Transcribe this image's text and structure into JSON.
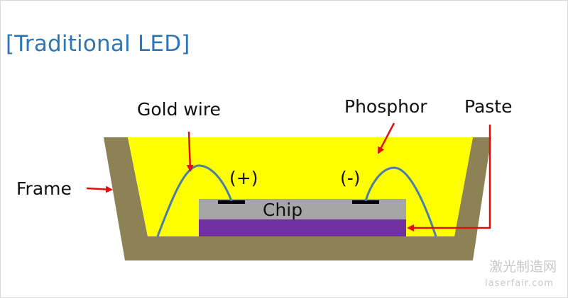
{
  "title": "[Traditional LED]",
  "labels": {
    "gold_wire": "Gold wire",
    "phosphor": "Phosphor",
    "paste": "Paste",
    "frame": "Frame",
    "chip": "Chip",
    "plus": "(+)",
    "minus": "(-)"
  },
  "watermark": {
    "cn": "激光制造网",
    "en": "laserfair.com"
  },
  "colors": {
    "title": "#2e75b6",
    "frame": "#8c8256",
    "phosphor": "#ffff00",
    "chip": "#a6a6a6",
    "paste": "#7030a0",
    "wire": "#4a7ea8",
    "arrow": "#e01010"
  }
}
